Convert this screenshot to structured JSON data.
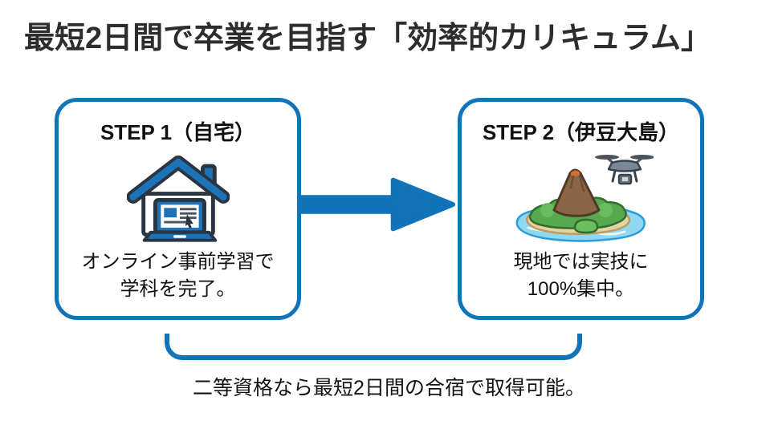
{
  "title": "最短2日間で卒業を目指す「効率的カリキュラム」",
  "steps": [
    {
      "heading": "STEP 1（自宅）",
      "icon": "house-laptop-icon",
      "caption_line1": "オンライン事前学習で",
      "caption_line2": "学科を完了。"
    },
    {
      "heading": "STEP 2（伊豆大島）",
      "icon": "island-drone-icon",
      "caption_line1": "現地では実技に",
      "caption_line2": "100%集中。"
    }
  ],
  "footer_note": "二等資格なら最短2日間の合宿で取得可能。",
  "colors": {
    "accent_blue": "#1173b8",
    "icon_outline_dark": "#2a3542",
    "title_text": "#2d2d2d",
    "body_text": "#111111",
    "volcano_brown": "#8a6548",
    "island_green": "#57a84f",
    "sand_tan": "#e6d3a3",
    "water_blue": "#8fd8f2",
    "drone_gray": "#7a8794"
  }
}
